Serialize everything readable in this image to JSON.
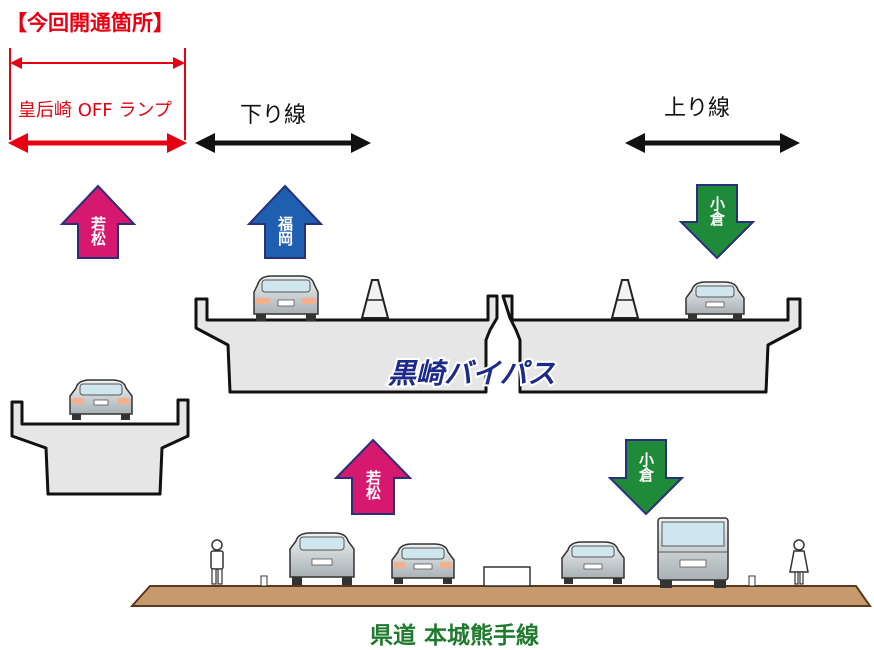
{
  "header": {
    "section_label": "【今回開通箇所】",
    "ramp_label": "皇后崎 OFF ランプ"
  },
  "directions": {
    "down_line": "下り線",
    "up_line": "上り線"
  },
  "arrows": {
    "ramp_arrow": "若松",
    "down_arrow": "福岡",
    "up_arrow": "小倉",
    "road_up_arrow": "若松",
    "road_down_arrow": "小倉"
  },
  "labels": {
    "bypass_name": "黒崎バイパス",
    "road_name": "県道 本城熊手線"
  },
  "colors": {
    "red": "#e60012",
    "magenta": "#d6196e",
    "blue": "#1f5fb0",
    "green": "#1f8a3a",
    "navy": "#1c2a8a",
    "road_green": "#1f7a2e",
    "road_brown": "#c79a6e",
    "concrete": "#e6e6e6"
  },
  "icons": [
    "car-icon",
    "truck-icon",
    "man-icon",
    "woman-icon",
    "pylon-icon"
  ]
}
